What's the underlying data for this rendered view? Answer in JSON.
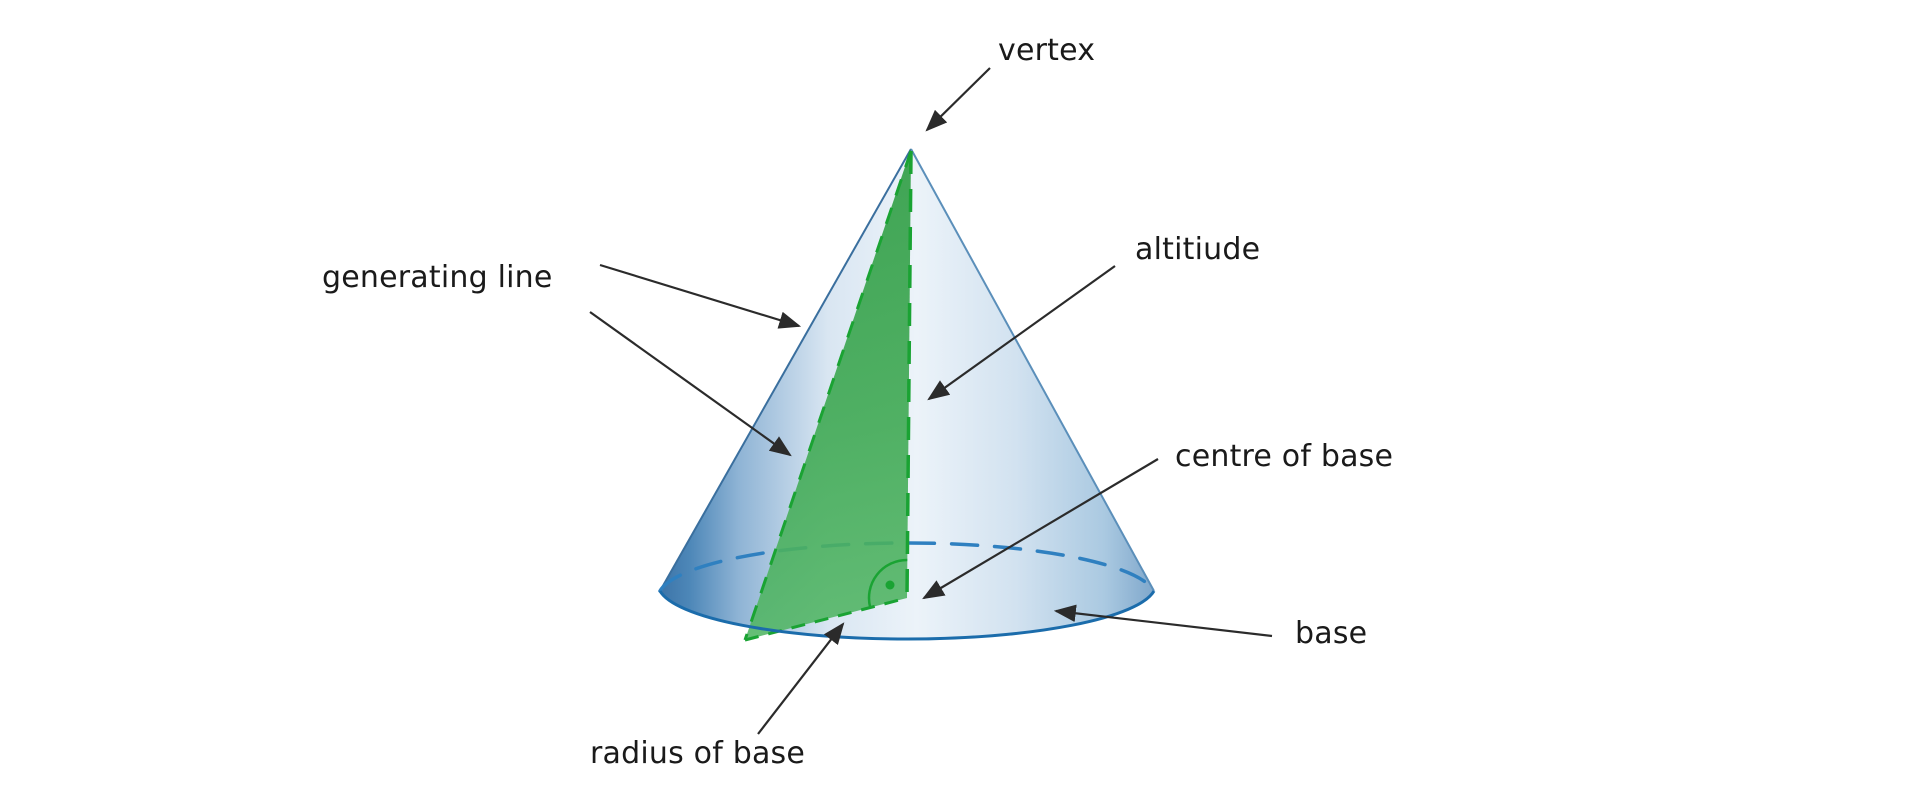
{
  "figure": {
    "type": "labeled-diagram",
    "subject": "cone with axial cross-section",
    "background": "#ffffff"
  },
  "labels": {
    "vertex": "vertex",
    "generating_line": "generating line",
    "altitude": "altitiude",
    "centre_of_base": "centre of base",
    "base": "base",
    "radius_of_base": "radius of base"
  },
  "colors": {
    "cone_left_shade": "#3c74a8",
    "cone_light": "#eaf1f8",
    "cone_right_shade": "#7fa7cb",
    "base_front_edge_blue": "#1b6cab",
    "base_back_edge_dashed_blue": "#2f80c0",
    "section_green_top": "#2d9c42",
    "section_green_bottom": "#55b768",
    "section_edge_green": "#1aa333",
    "arrow_black": "#2b2b2b",
    "label_text": "#1a1a1a"
  }
}
